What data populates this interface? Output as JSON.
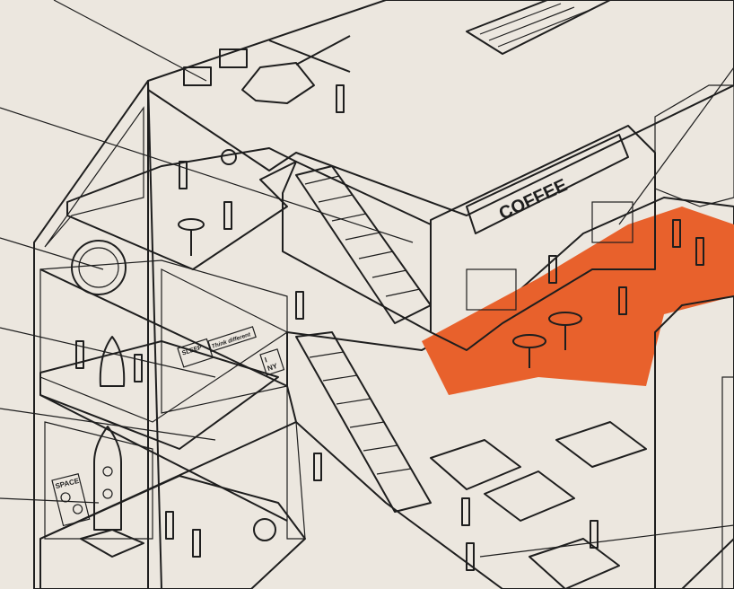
{
  "illustration": {
    "signs": {
      "coffee": "COFFEE",
      "sleep": "SLEEP",
      "think_different": "Think different",
      "i_love_ny_i": "I",
      "i_love_ny_ny": "NY",
      "space": "SPACE"
    },
    "colors": {
      "background": "#ece7df",
      "floor": "#e8612c",
      "line": "#1e1e1e",
      "wall": "#f3efe8",
      "hatch": "#bdb8b0"
    }
  }
}
